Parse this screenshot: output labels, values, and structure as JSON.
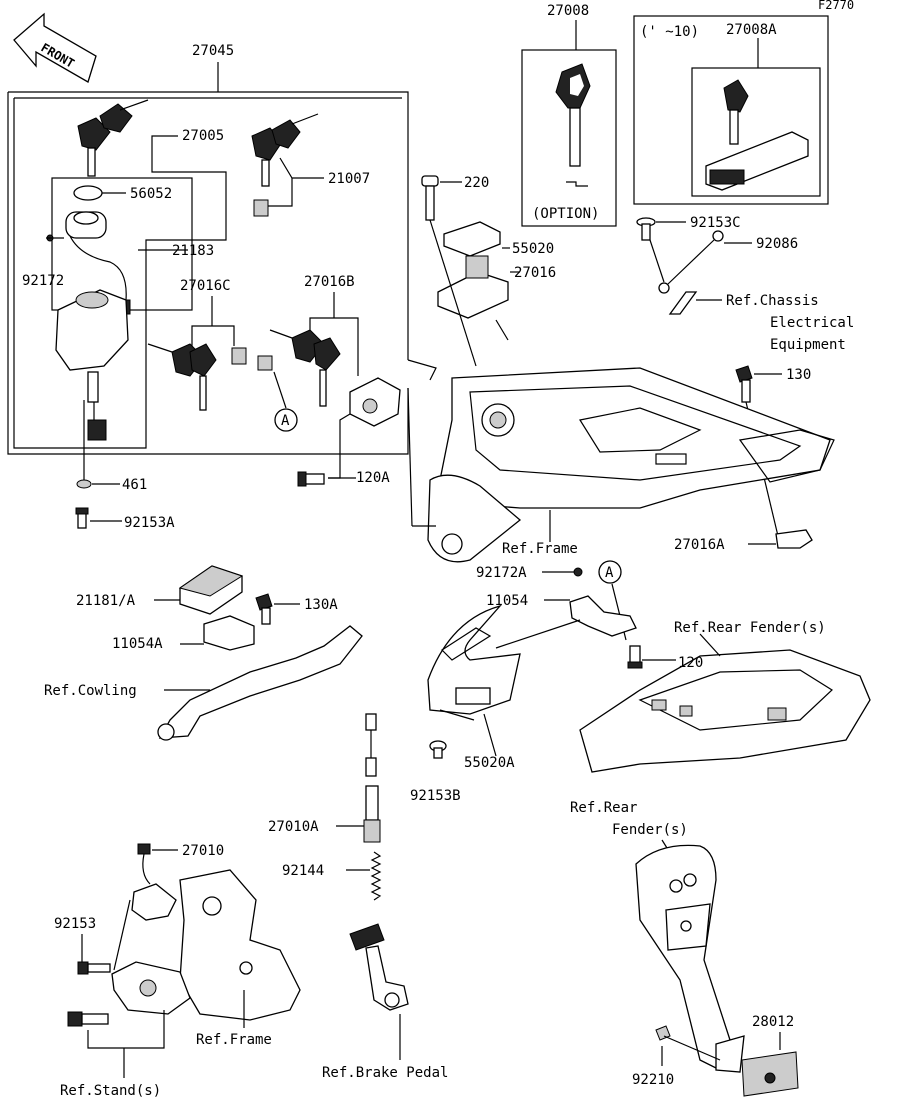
{
  "diagram": {
    "code": "F2770",
    "front_label": "FRONT",
    "option_label": "(OPTION)",
    "year_note": "(' ~10)",
    "circle_ref": "A"
  },
  "labels": {
    "p27008": "27008",
    "p27008A": "27008A",
    "p27045": "27045",
    "p27005": "27005",
    "p21007": "21007",
    "p56052": "56052",
    "p21183": "21183",
    "p92172": "92172",
    "p220": "220",
    "p55020": "55020",
    "p27016": "27016",
    "p92153C": "92153C",
    "p92086": "92086",
    "ref_chassis_1": "Ref.Chassis",
    "ref_chassis_2": "Electrical",
    "ref_chassis_3": "Equipment",
    "p27016C": "27016C",
    "p27016B": "27016B",
    "p130": "130",
    "p120A": "120A",
    "p461": "461",
    "p92153A": "92153A",
    "ref_frame_1": "Ref.Frame",
    "p27016A": "27016A",
    "p92172A": "92172A",
    "p21181A": "21181/A",
    "p130A": "130A",
    "p11054": "11054",
    "ref_rear_fender_1": "Ref.Rear Fender(s)",
    "p120": "120",
    "p11054A": "11054A",
    "ref_cowling": "Ref.Cowling",
    "p55020A": "55020A",
    "p92153B": "92153B",
    "ref_rear_2a": "Ref.Rear",
    "ref_rear_2b": "Fender(s)",
    "p27010A": "27010A",
    "p27010": "27010",
    "p92144": "92144",
    "p92153": "92153",
    "p28012": "28012",
    "ref_frame_2": "Ref.Frame",
    "p92210": "92210",
    "ref_brake_pedal": "Ref.Brake Pedal",
    "ref_stand": "Ref.Stand(s)"
  }
}
